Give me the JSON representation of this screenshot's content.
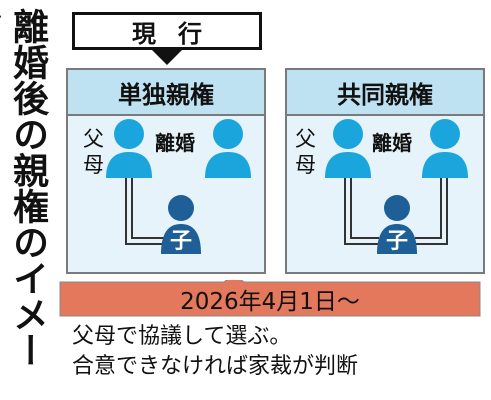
{
  "title": "離婚後の親権のイメージ",
  "current_label": "現行",
  "panels": [
    {
      "heading": "単独親権",
      "parents_label": "父母",
      "divorce_label": "離婚",
      "child_label": "子"
    },
    {
      "heading": "共同親権",
      "parents_label": "父母",
      "divorce_label": "離婚",
      "child_label": "子"
    }
  ],
  "banner": {
    "text": "2026年4月1日〜"
  },
  "note": {
    "line1": "父母で協議して選ぶ。",
    "line2": "合意できなければ家裁が判断"
  },
  "colors": {
    "parent_figure": "#1aa6dc",
    "child_figure": "#1d5f96",
    "panel_bg": "#e6f3fb",
    "panel_head_bg": "#bfe2f3",
    "banner_fill": "#e3785c"
  }
}
